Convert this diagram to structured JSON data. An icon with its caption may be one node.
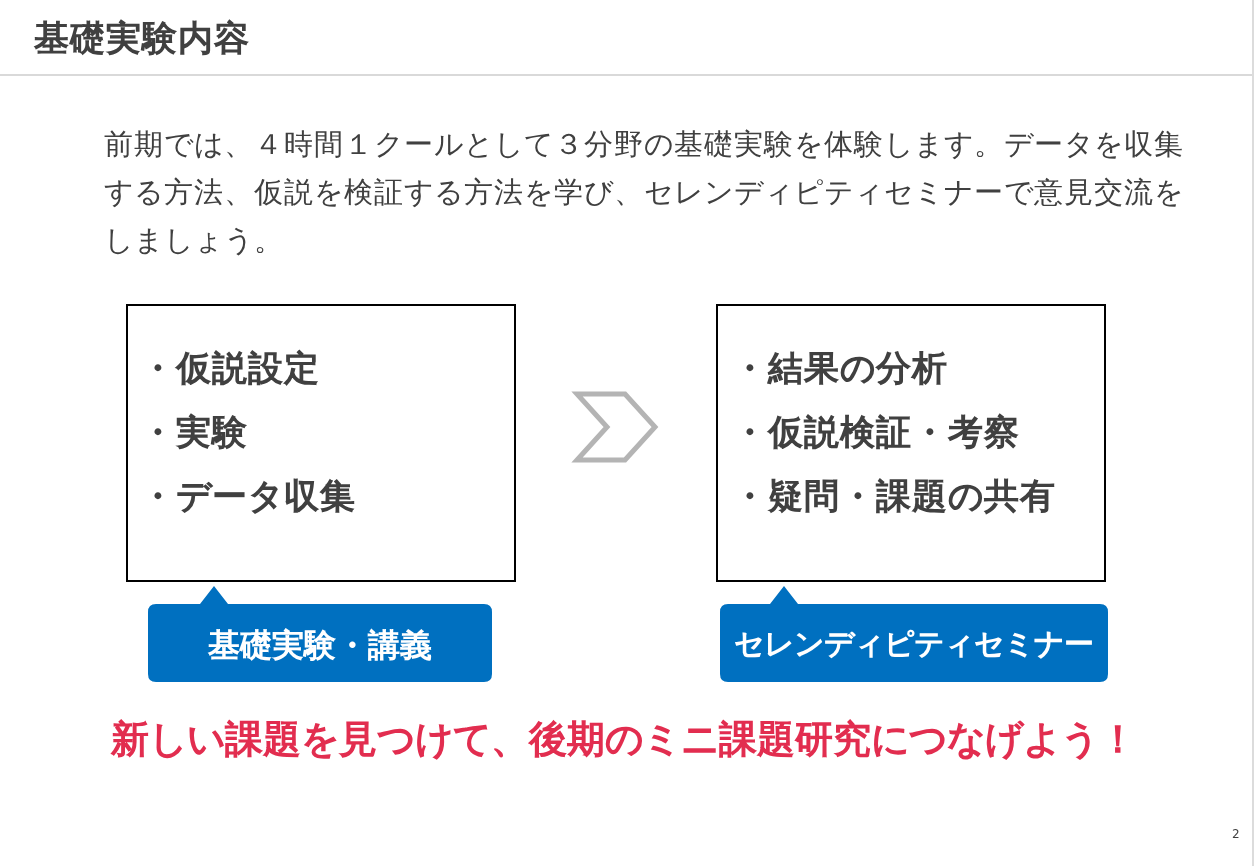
{
  "diagram": {
    "title": "基礎実験内容",
    "nodes": [
      {
        "text": [
          "・仮説設定",
          "・実験",
          "・データ収集"
        ]
      },
      {
        "text": [
          "基礎実験・講義"
        ]
      },
      {
        "text": [
          "・結果の分析",
          "・仮説検証・考察",
          "・疑問・課題の共有"
        ]
      },
      {
        "text": [
          "セレンディピティセミナー"
        ]
      }
    ],
    "edges": [
      {
        "from": 0,
        "to": 2,
        "arrow": "to"
      }
    ],
    "labels": [
      "前期では、４時間１クールとして３分野の基礎実験を体験します。データを収集する方法、仮説を検証する方法を学び、セレンディピティセミナーで意見交流をしましょう。",
      "新しい課題を見つけて、後期のミニ課題研究につなげよう！",
      "2"
    ]
  }
}
